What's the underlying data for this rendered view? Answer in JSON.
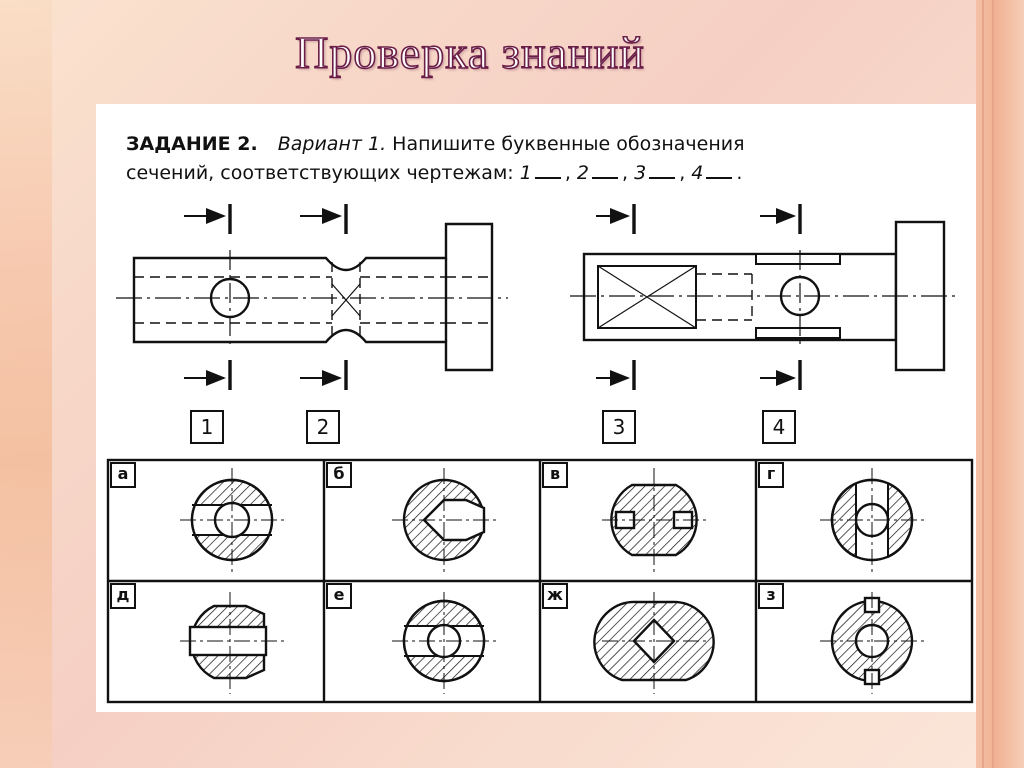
{
  "slide": {
    "title": "Проверка знаний"
  },
  "task": {
    "label": "ЗАДАНИЕ 2.",
    "variant": "Вариант 1.",
    "instruction_line1": "Напишите буквенные обозначения",
    "instruction_line2": "сечений, соответствующих чертежам:",
    "blanks": [
      "1",
      "2",
      "3",
      "4"
    ]
  },
  "section_numbers": [
    "1",
    "2",
    "3",
    "4"
  ],
  "options": [
    "а",
    "б",
    "в",
    "г",
    "д",
    "е",
    "ж",
    "з"
  ],
  "colors": {
    "title_outline": "#6a1d47",
    "line": "#111111"
  }
}
